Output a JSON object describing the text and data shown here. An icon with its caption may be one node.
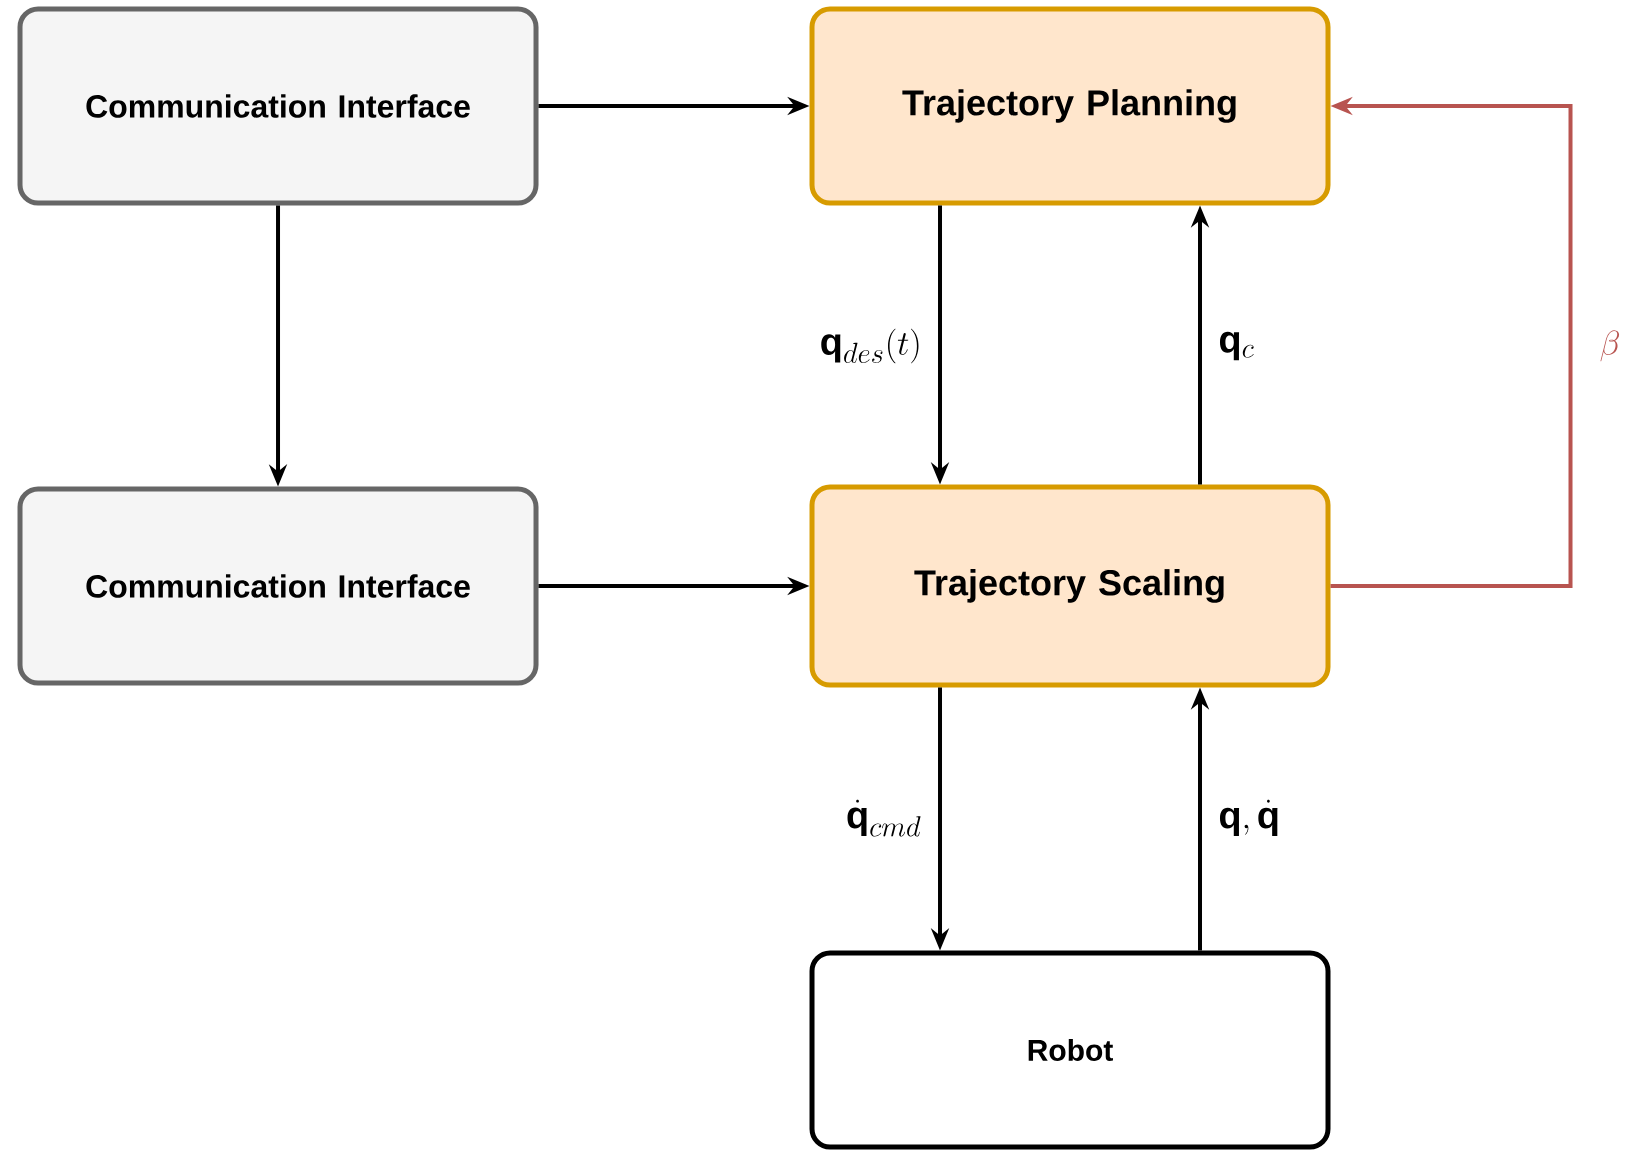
{
  "diagram": {
    "nodes": [
      {
        "text": [
          "Communication Interface"
        ]
      },
      {
        "text": [
          "Trajectory Planning"
        ]
      },
      {
        "text": [
          "Communication Interface"
        ]
      },
      {
        "text": [
          "Trajectory Scaling"
        ]
      },
      {
        "text": [
          "Robot"
        ]
      }
    ],
    "edges": [
      {
        "from": 0,
        "to": 1,
        "arrow": "to"
      },
      {
        "from": 0,
        "to": 2,
        "arrow": "to"
      },
      {
        "from": 2,
        "to": 3,
        "arrow": "to"
      },
      {
        "from": 1,
        "to": 3,
        "arrow": "to",
        "label": "\\mathbf{q}_{des}(t)"
      },
      {
        "from": 3,
        "to": 1,
        "arrow": "to",
        "label": "\\mathbf{q}_{c}"
      },
      {
        "from": 3,
        "to": 1,
        "arrow": "to",
        "label": "\\beta",
        "color": "#b85450"
      },
      {
        "from": 3,
        "to": 4,
        "arrow": "to",
        "label": "\\dot{\\mathbf{q}}_{cmd}"
      },
      {
        "from": 4,
        "to": 3,
        "arrow": "to",
        "label": "\\mathbf{q}, \\dot{\\mathbf{q}}"
      }
    ]
  }
}
